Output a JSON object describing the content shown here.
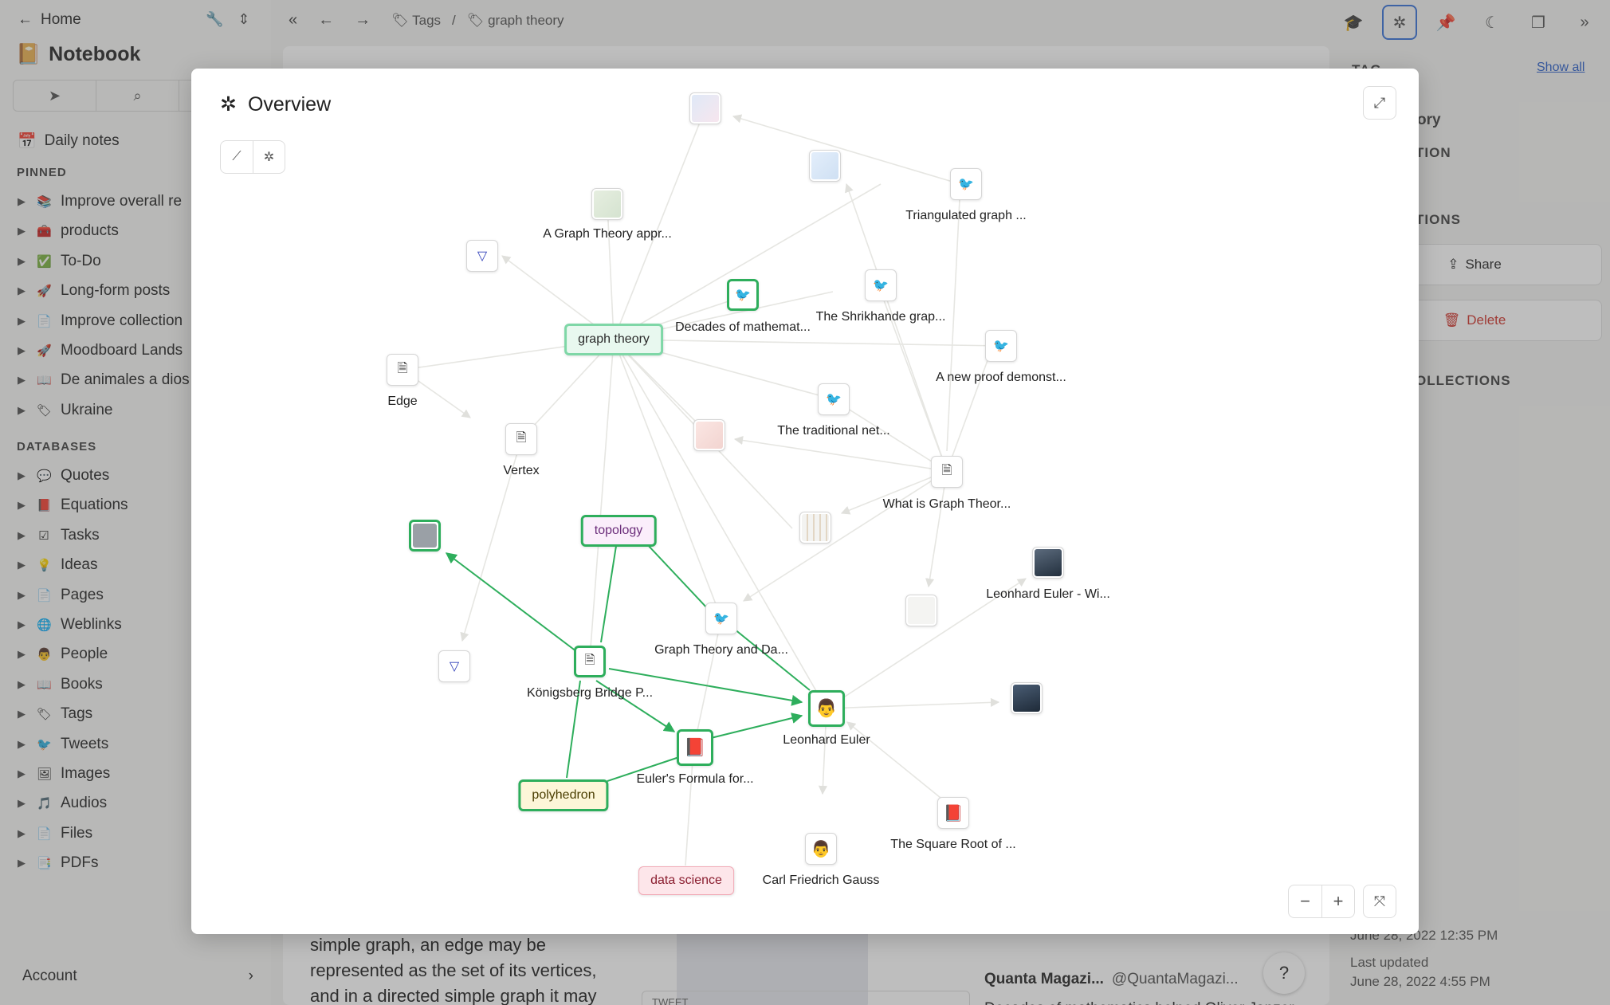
{
  "sidebar": {
    "home_label": "Home",
    "title": "Notebook",
    "daily_notes": "Daily notes",
    "pinned_heading": "PINNED",
    "pinned": [
      {
        "emoji": "📚",
        "label": "Improve overall re"
      },
      {
        "emoji": "🧰",
        "label": "products"
      },
      {
        "emoji": "✅",
        "label": "To-Do"
      },
      {
        "emoji": "🚀",
        "label": "Long-form posts"
      },
      {
        "emoji": "📄",
        "label": "Improve collection"
      },
      {
        "emoji": "🚀",
        "label": "Moodboard Lands"
      },
      {
        "emoji": "📖",
        "label": "De animales a dios"
      },
      {
        "emoji": "🏷",
        "label": "Ukraine"
      }
    ],
    "databases_heading": "DATABASES",
    "databases": [
      {
        "emoji": "💬",
        "label": "Quotes"
      },
      {
        "emoji": "📕",
        "label": "Equations"
      },
      {
        "emoji": "☑",
        "label": "Tasks"
      },
      {
        "emoji": "💡",
        "label": "Ideas"
      },
      {
        "emoji": "📄",
        "label": "Pages"
      },
      {
        "emoji": "🌐",
        "label": "Weblinks"
      },
      {
        "emoji": "👨",
        "label": "People"
      },
      {
        "emoji": "📖",
        "label": "Books"
      },
      {
        "emoji": "🏷",
        "label": "Tags"
      },
      {
        "emoji": "🐦",
        "label": "Tweets"
      },
      {
        "emoji": "🖼",
        "label": "Images"
      },
      {
        "emoji": "🎵",
        "label": "Audios"
      },
      {
        "emoji": "📄",
        "label": "Files"
      },
      {
        "emoji": "📑",
        "label": "PDFs"
      }
    ],
    "account_label": "Account"
  },
  "topbar": {
    "crumb_1": "Tags",
    "crumb_sep": "/",
    "crumb_2": "graph theory"
  },
  "main": {
    "body_text": "simple graph, an edge may be represented as the set of its vertices, and in a directed simple graph it may",
    "tweet_card_label": "TWEET",
    "quanta_name": "Quanta Magazi...",
    "quanta_handle": "@QuantaMagazi...",
    "quanta_text": "Decades of mathematics helped Oliver Janzer and Benny Sudakov",
    "help_label": "?"
  },
  "right_panel": {
    "tag_fragment": "TAG",
    "show_all": "Show all",
    "name_fragment": "ory",
    "description_fragment": "TION",
    "actions_fragment": "TIONS",
    "share_label": "Share",
    "delete_label": "Delete",
    "collections_fragment": "OLLECTIONS",
    "created_date": "June 28, 2022 12:35 PM",
    "last_updated_label": "Last updated",
    "updated_date": "June 28, 2022 4:55 PM"
  },
  "modal": {
    "title": "Overview",
    "zoom_out": "−",
    "zoom_in": "+"
  },
  "graph": {
    "nodes": {
      "a_graph_theory_appr": "A Graph Theory appr...",
      "triangulated_graph": "Triangulated graph ...",
      "decades_of_mathemat": "Decades of mathemat...",
      "the_shrikhande_grap": "The Shrikhande grap...",
      "a_new_proof": "A new proof demonst...",
      "edge": "Edge",
      "vertex": "Vertex",
      "the_traditional_net": "The traditional net...",
      "what_is_graph_theor": "What is Graph Theor...",
      "leonhard_euler_wi": "Leonhard Euler - Wi...",
      "graph_theory_and_da": "Graph Theory and Da...",
      "konigsberg": "Königsberg Bridge P...",
      "leonhard_euler": "Leonhard Euler",
      "eulers_formula": "Euler's Formula for...",
      "square_root": "The Square Root of ...",
      "gauss": "Carl Friedrich Gauss"
    },
    "tags": {
      "graph_theory": "graph theory",
      "topology": "topology",
      "polyhedron": "polyhedron",
      "data_science": "data science"
    },
    "colors": {
      "highlight_edge": "#2eae5c",
      "edge": "#e3e3df"
    }
  }
}
